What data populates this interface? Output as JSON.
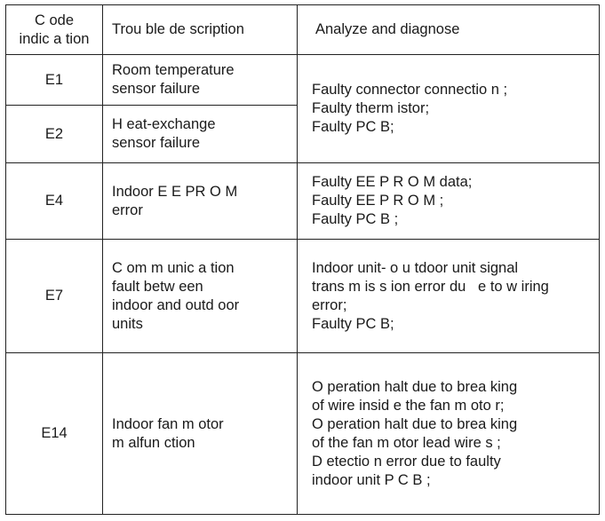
{
  "headers": {
    "code_line1": "C ode",
    "code_line2": "indic a tion",
    "description": "Trou ble de scription",
    "diagnosis": "Analyze and diagnose"
  },
  "rows": {
    "e1": {
      "code": "E1",
      "description": [
        "Room temperature",
        "sensor failure"
      ]
    },
    "e2": {
      "code": "E2",
      "description": [
        "H eat-exchange",
        "sensor failure"
      ]
    },
    "e1_e2_diagnosis": [
      "Faulty connector connectio n ;",
      "Faulty therm istor;",
      "Faulty PC B;"
    ],
    "e4": {
      "code": "E4",
      "description": [
        "Indoor E E PR O M",
        "error"
      ],
      "diagnosis": [
        "Faulty EE P R O M data;",
        "Faulty EE P R O M ;",
        "Faulty PC B ;"
      ]
    },
    "e7": {
      "code": "E7",
      "description": [
        "C om m unic a tion",
        "fault betw een",
        "indoor and outd oor",
        "units"
      ],
      "diagnosis": [
        "Indoor unit- o u tdoor unit signal",
        "trans m is s ion error du   e to w iring",
        "error;",
        "Faulty PC B;"
      ]
    },
    "e14": {
      "code": "E14",
      "description": [
        "Indoor fan m otor",
        "m alfun ction"
      ],
      "diagnosis": [
        "O peration halt due to brea king",
        "of wire insid e the fan m oto r;",
        "O peration halt due to brea king",
        "of the fan m otor lead wire s ;",
        "D etectio n error due to faulty",
        "indoor unit P C B ;"
      ]
    }
  }
}
